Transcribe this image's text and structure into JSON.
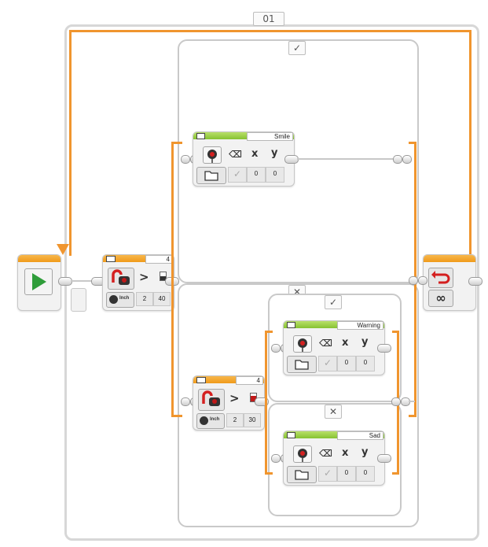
{
  "loop": {
    "name": "01",
    "count_icon": "infinity-icon",
    "loop_icon": "loop-arrow-icon",
    "symbol": "∞"
  },
  "start": {
    "icon": "play-triangle-icon"
  },
  "switch_outer": {
    "port": "4",
    "compare": ">",
    "mode_label": "Inch",
    "values": [
      "2",
      "40"
    ],
    "case_true_symbol": "✓",
    "case_false_symbol": "✕"
  },
  "switch_inner": {
    "port": "4",
    "compare": ">",
    "mode_label": "Inch",
    "values": [
      "2",
      "30"
    ],
    "case_true_symbol": "✓",
    "case_false_symbol": "✕"
  },
  "display_blocks": [
    {
      "file": "Smile",
      "x": "0",
      "y": "0",
      "col_x": "x",
      "col_y": "y"
    },
    {
      "file": "Warning",
      "x": "0",
      "y": "0",
      "col_x": "x",
      "col_y": "y"
    },
    {
      "file": "Sad",
      "x": "0",
      "y": "0",
      "col_x": "x",
      "col_y": "y"
    }
  ],
  "colors": {
    "wire": "#f0952e",
    "action_green": "#86c232",
    "flow_orange": "#f09a1a",
    "start_green": "#2f9d3a"
  }
}
